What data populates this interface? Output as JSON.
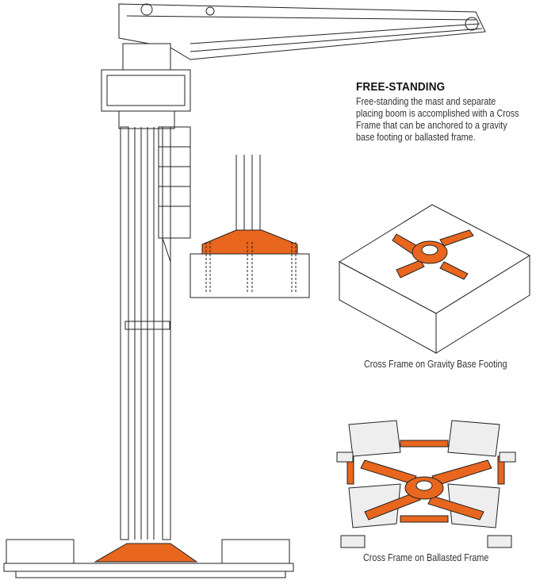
{
  "heading": "FREE-STANDING",
  "description": "Free-standing the mast and separate placing boom is accomplished with a Cross Frame that can be anchored to a gravity base footing or ballasted frame.",
  "captions": {
    "gravity": "Cross Frame on Gravity Base Footing",
    "ballasted": "Cross Frame on Ballasted Frame"
  },
  "colors": {
    "accent": "#E8661E",
    "line": "#222222"
  }
}
